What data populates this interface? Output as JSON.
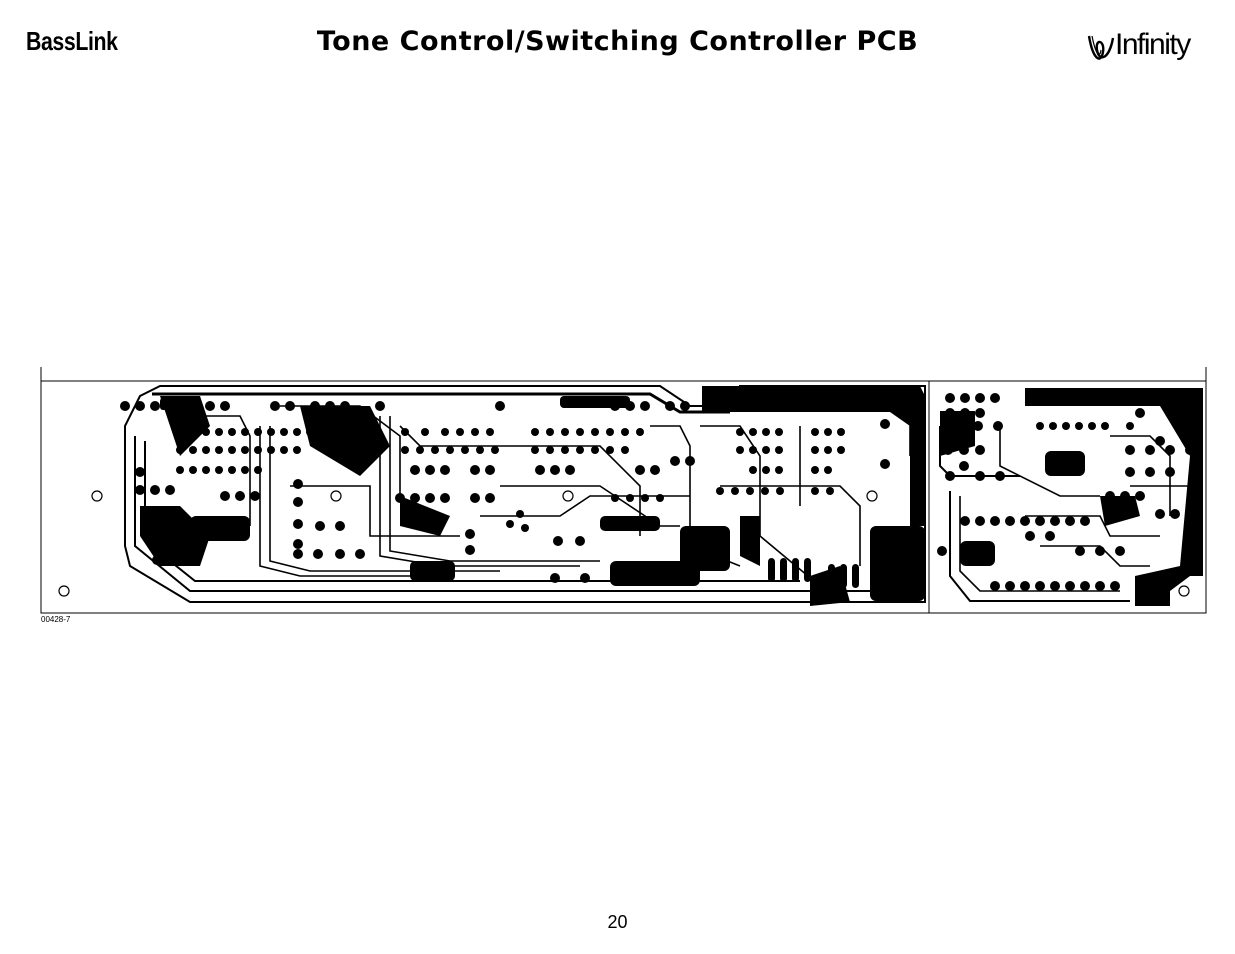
{
  "header": {
    "brand": "BassLink",
    "title": "Tone Control/Switching Controller PCB",
    "logo_text": "Infinity"
  },
  "figure": {
    "part_number": "00428-7"
  },
  "footer": {
    "page_number": "20"
  },
  "colors": {
    "ink": "#000000",
    "paper": "#ffffff"
  }
}
